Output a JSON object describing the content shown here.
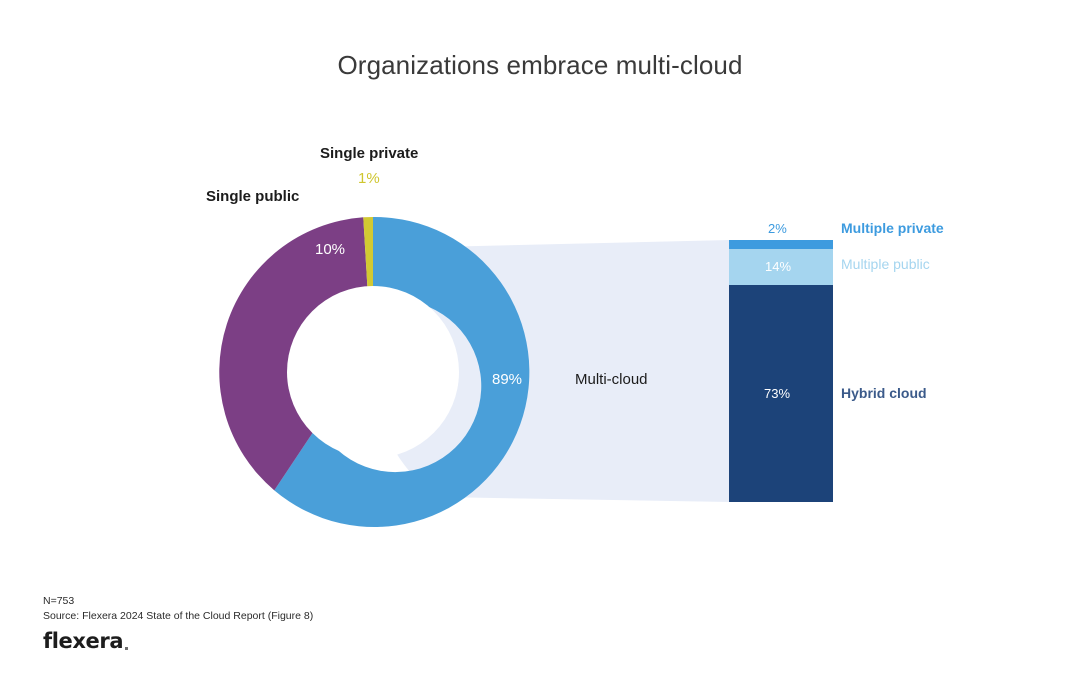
{
  "chart_data": {
    "type": "pie",
    "title": "Organizations embrace multi-cloud",
    "xlabel": "",
    "ylabel": "",
    "legend_position": "inline-labels",
    "grid": false,
    "donut": {
      "type": "pie",
      "categories": [
        "Multi-cloud",
        "Single public",
        "Single private"
      ],
      "values": [
        89,
        10,
        1
      ],
      "value_labels": [
        "89%",
        "10%",
        "1%"
      ],
      "colors": [
        "#4a9fd9",
        "#7c3f85",
        "#d2c933"
      ],
      "inner_radius_ratio": 0.555,
      "start_angle_deg": 0
    },
    "breakout_bar": {
      "type": "bar",
      "orientation": "stacked-vertical",
      "parent_category": "Multi-cloud",
      "categories": [
        "Multiple private",
        "Multiple public",
        "Hybrid cloud"
      ],
      "values": [
        2,
        14,
        73
      ],
      "value_labels": [
        "2%",
        "14%",
        "73%"
      ],
      "colors": [
        "#3d9bdf",
        "#a5d5ef",
        "#1c4379"
      ],
      "label_colors": [
        "#3d9bdf",
        "#a5d5ef",
        "#3b5a8a"
      ]
    },
    "connector_color": "#e8edf8"
  },
  "title": "Organizations embrace multi-cloud",
  "donut_labels": {
    "single_public": "Single public",
    "single_private": "Single private",
    "single_private_pct": "1%",
    "single_public_pct": "10%",
    "multicloud_pct": "89%",
    "multicloud": "Multi-cloud"
  },
  "bar_labels": {
    "private_pct": "2%",
    "private_name": "Multiple private",
    "public_pct": "14%",
    "public_name": "Multiple public",
    "hybrid_pct": "73%",
    "hybrid_name": "Hybrid cloud"
  },
  "footer": {
    "sample": "N=753",
    "source": "Source: Flexera 2024 State of the Cloud Report (Figure 8)",
    "logo": "flexera"
  },
  "colors": {
    "blue": "#4a9fd9",
    "purple": "#7c3f85",
    "yellow": "#d2c933",
    "light_blue": "#a5d5ef",
    "medium_blue": "#3d9bdf",
    "navy": "#1c4379",
    "connector": "#e8edf8",
    "background": "#ffffff"
  }
}
